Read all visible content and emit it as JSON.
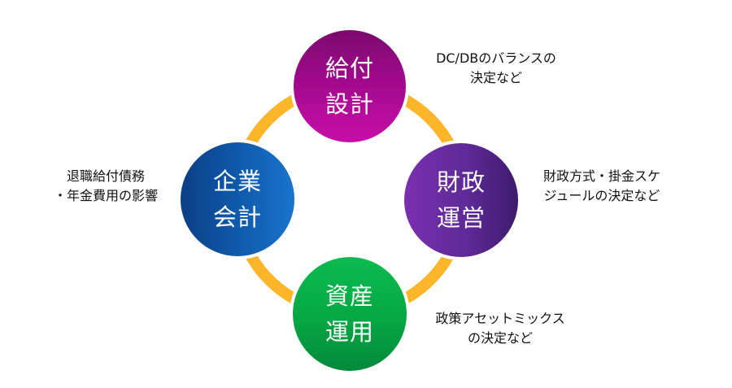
{
  "diagram": {
    "ring_color": "#fdb52a",
    "nodes": [
      {
        "id": "top",
        "line1": "給付",
        "line2": "設計",
        "color": "#a5098f"
      },
      {
        "id": "right",
        "line1": "財政",
        "line2": "運営",
        "color": "#5e2a98"
      },
      {
        "id": "left",
        "line1": "企業",
        "line2": "会計",
        "color": "#0f5cae"
      },
      {
        "id": "bottom",
        "line1": "資産",
        "line2": "運用",
        "color": "#05a744"
      }
    ],
    "notes": {
      "top": {
        "line1": "DC/DBのバランスの",
        "line2": "決定など"
      },
      "right": {
        "line1": "財政方式・掛金スケ",
        "line2": "ジュールの決定など"
      },
      "left": {
        "line1": "退職給付債務",
        "line2": "・年金費用の影響"
      },
      "bottom": {
        "line1": "政策アセットミックス",
        "line2": "の決定など"
      }
    }
  }
}
